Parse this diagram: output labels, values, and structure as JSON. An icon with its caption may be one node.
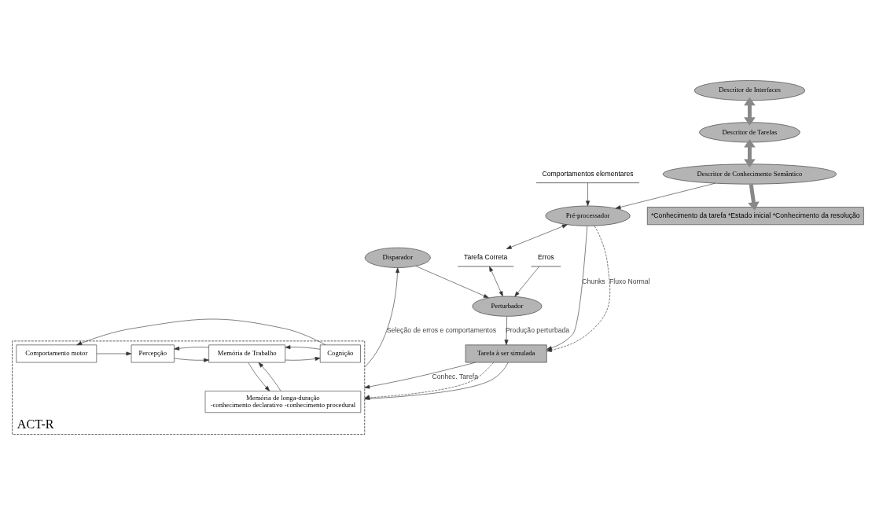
{
  "diagram": {
    "nodes": [
      {
        "text": [
          "ACT-R"
        ]
      },
      {
        "text": [
          "Percepção"
        ],
        "in": 0
      },
      {
        "text": [
          "Memória de Trabalho"
        ],
        "in": 0
      },
      {
        "text": [
          "Cognição"
        ],
        "in": 0
      },
      {
        "text": [
          "Comportamento motor"
        ],
        "in": 0
      },
      {
        "text": [
          "Memória de longa-duração",
          "-conhecimento declarativo -conhecimento procedural"
        ],
        "in": 0
      },
      {
        "text": [
          "Descritor de Interfaces"
        ]
      },
      {
        "text": [
          "Descritor de Tarefas"
        ]
      },
      {
        "text": [
          "Descritor de Conhecimento Semântico"
        ]
      },
      {
        "text": [
          "*Conhecimento da tarefa *Estado inicial *Conhecimento da resolução"
        ]
      },
      {
        "text": [
          "Tarefa à ser simulada"
        ]
      },
      {
        "text": [
          "Pré-processador"
        ]
      },
      {
        "text": [
          "Perturbador"
        ]
      },
      {
        "text": [
          "Disparador"
        ]
      },
      {
        "text": [
          "Tarefa Correta"
        ]
      },
      {
        "text": [
          "Comportamentos elementares"
        ]
      },
      {
        "text": [
          "Erros"
        ]
      }
    ],
    "edges": [
      {
        "from": 1,
        "to": 2,
        "arrow": "to"
      },
      {
        "from": 2,
        "to": 1,
        "arrow": "to"
      },
      {
        "from": 2,
        "to": 3,
        "arrow": "to"
      },
      {
        "from": 3,
        "to": 2,
        "arrow": "to"
      },
      {
        "from": 3,
        "to": 4,
        "arrow": "to"
      },
      {
        "from": 4,
        "to": 1,
        "arrow": "to"
      },
      {
        "from": 5,
        "to": 2,
        "arrow": "to"
      },
      {
        "from": 2,
        "to": 5,
        "arrow": "to"
      },
      {
        "from": 6,
        "to": 7,
        "arrow": "both",
        "style": "thick"
      },
      {
        "from": 7,
        "to": 8,
        "arrow": "both",
        "style": "thick"
      },
      {
        "from": 8,
        "to": 9,
        "arrow": "to",
        "style": "thick"
      },
      {
        "from": 10,
        "to": 0,
        "arrow": "to",
        "label": "Conhec. Tarefa"
      },
      {
        "from": 10,
        "to": 0,
        "arrow": "to",
        "style": "dashed"
      },
      {
        "from": 10,
        "to": 0,
        "arrow": "to"
      },
      {
        "from": 0,
        "to": 13,
        "arrow": "to",
        "label": "Seleção de erros e comportamentos"
      },
      {
        "from": 8,
        "to": 11,
        "arrow": "to"
      },
      {
        "from": 11,
        "to": 10,
        "arrow": "to",
        "label": "Chunks"
      },
      {
        "from": 11,
        "to": 10,
        "arrow": "to",
        "style": "dashed",
        "label": "Fluxo Normal"
      },
      {
        "from": 12,
        "to": 10,
        "arrow": "to",
        "label": "Produção perturbada"
      },
      {
        "from": 11,
        "to": 14,
        "arrow": "both"
      },
      {
        "from": 14,
        "to": 12,
        "arrow": "both"
      },
      {
        "from": 15,
        "to": 11,
        "arrow": "to"
      },
      {
        "from": 16,
        "to": 12,
        "arrow": "to"
      },
      {
        "from": 13,
        "to": 12,
        "arrow": "to"
      }
    ]
  }
}
